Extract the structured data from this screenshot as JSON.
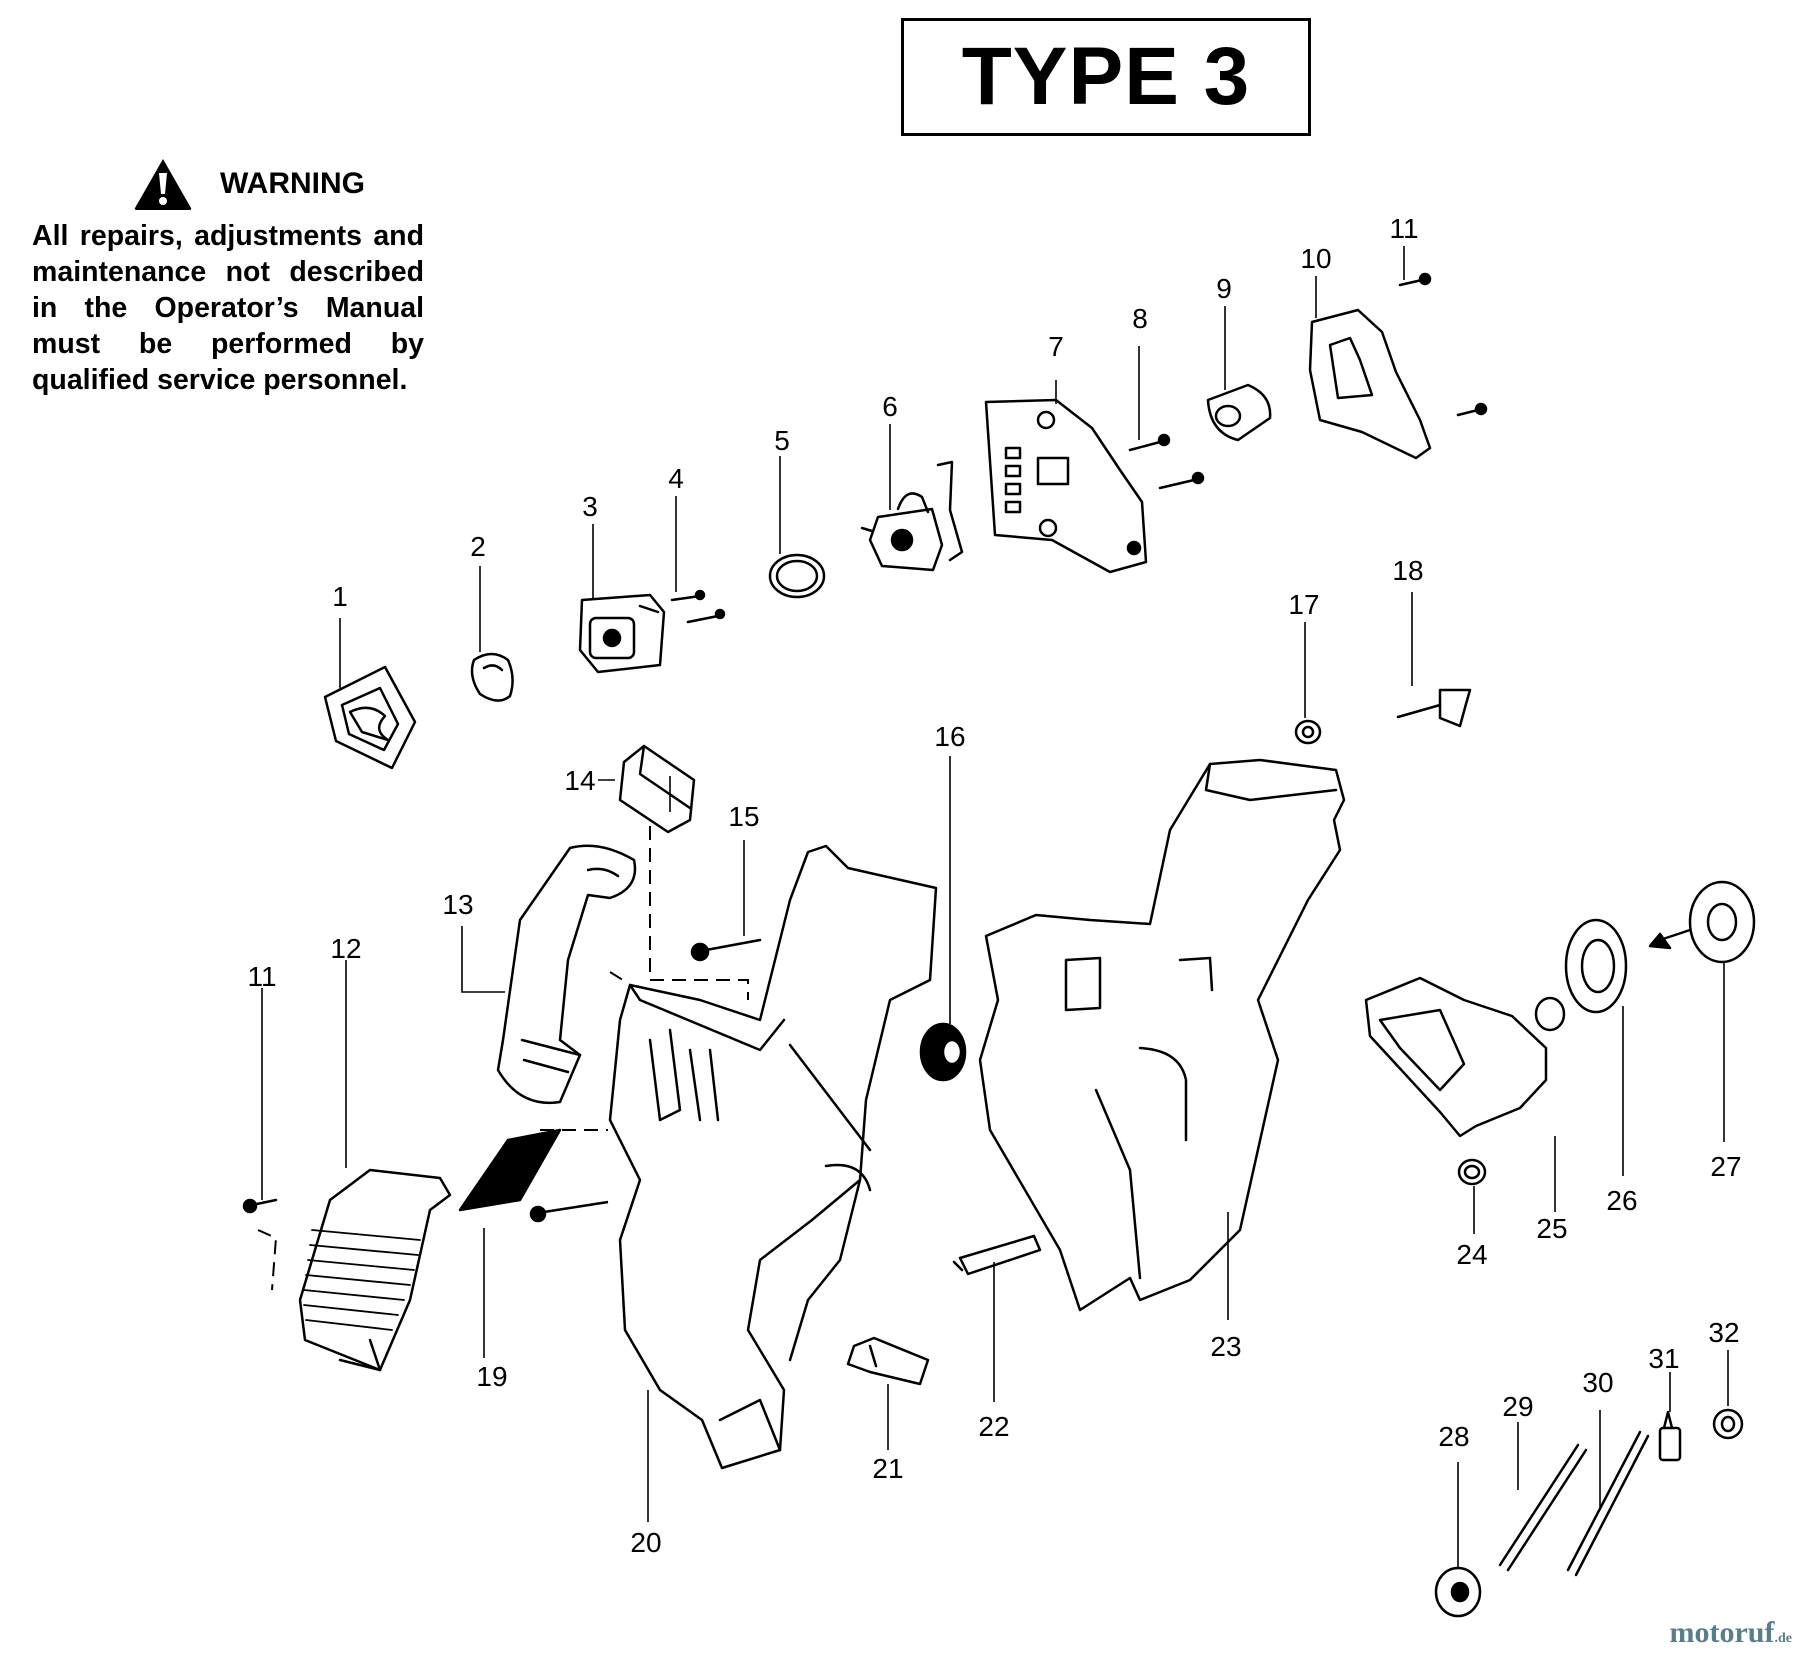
{
  "title": "TYPE 3",
  "warning": {
    "heading": "WARNING",
    "body": "All repairs, adjustments and maintenance not de­scribed in the Operator’s Manual must be per­formed by qualified ser­vice personnel.",
    "icon": "warning-triangle-icon"
  },
  "callouts": [
    {
      "id": "1",
      "label": "1"
    },
    {
      "id": "2",
      "label": "2"
    },
    {
      "id": "3",
      "label": "3"
    },
    {
      "id": "4",
      "label": "4"
    },
    {
      "id": "5",
      "label": "5"
    },
    {
      "id": "6",
      "label": "6"
    },
    {
      "id": "7",
      "label": "7"
    },
    {
      "id": "8",
      "label": "8"
    },
    {
      "id": "9",
      "label": "9"
    },
    {
      "id": "10",
      "label": "10"
    },
    {
      "id": "11a",
      "label": "11"
    },
    {
      "id": "11b",
      "label": "11"
    },
    {
      "id": "12",
      "label": "12"
    },
    {
      "id": "13",
      "label": "13"
    },
    {
      "id": "14",
      "label": "14"
    },
    {
      "id": "15",
      "label": "15"
    },
    {
      "id": "16",
      "label": "16"
    },
    {
      "id": "17",
      "label": "17"
    },
    {
      "id": "18",
      "label": "18"
    },
    {
      "id": "19",
      "label": "19"
    },
    {
      "id": "20",
      "label": "20"
    },
    {
      "id": "21",
      "label": "21"
    },
    {
      "id": "22",
      "label": "22"
    },
    {
      "id": "23",
      "label": "23"
    },
    {
      "id": "24",
      "label": "24"
    },
    {
      "id": "25",
      "label": "25"
    },
    {
      "id": "26",
      "label": "26"
    },
    {
      "id": "27",
      "label": "27"
    },
    {
      "id": "28",
      "label": "28"
    },
    {
      "id": "29",
      "label": "29"
    },
    {
      "id": "30",
      "label": "30"
    },
    {
      "id": "31",
      "label": "31"
    },
    {
      "id": "32",
      "label": "32"
    }
  ],
  "brand": {
    "name": "motoruf",
    "suffix": ".de"
  }
}
